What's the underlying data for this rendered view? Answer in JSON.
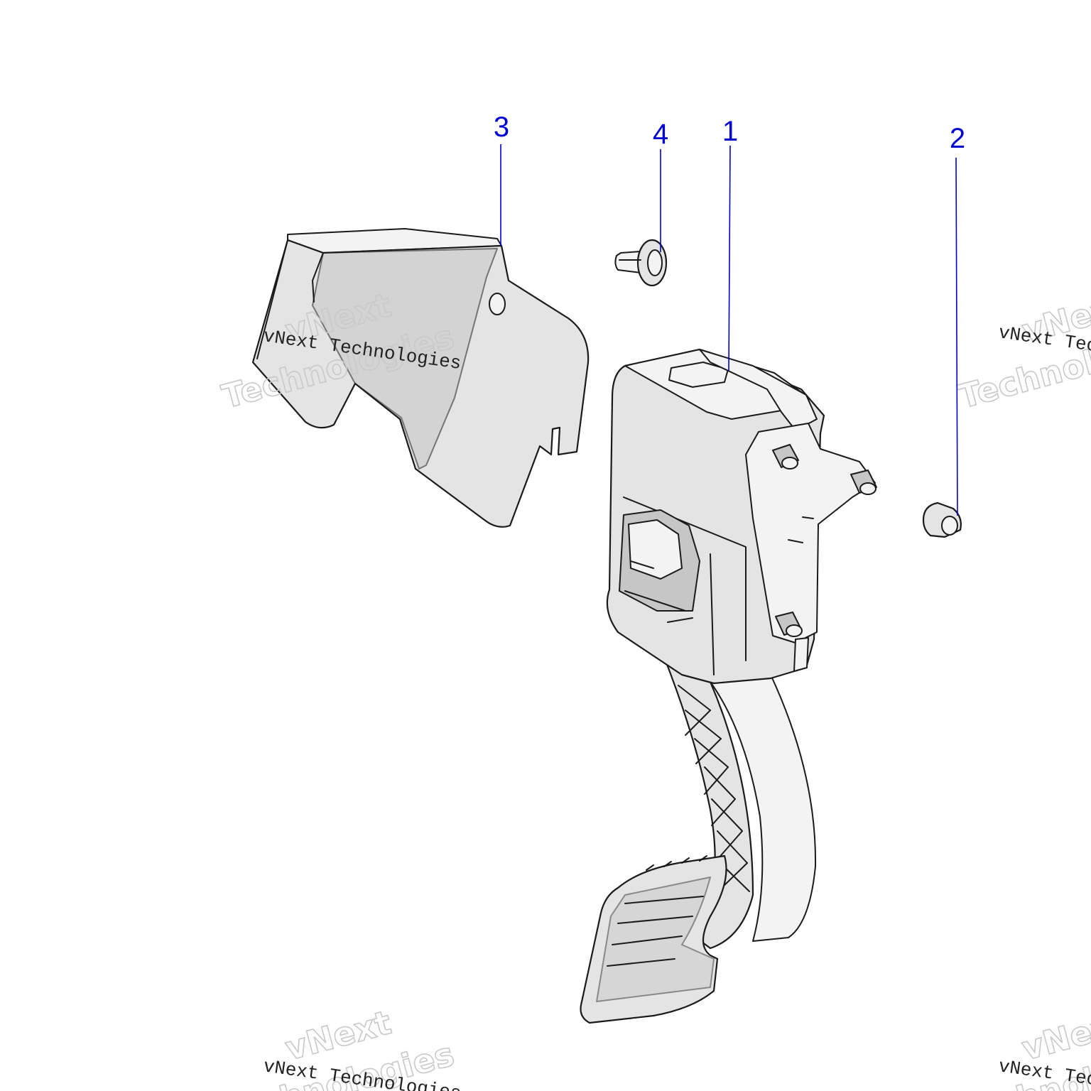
{
  "callout_color": "#0000d0",
  "callouts": [
    {
      "id": "1",
      "label": "1",
      "part": "accelerator-pedal-assembly"
    },
    {
      "id": "2",
      "label": "2",
      "part": "nut"
    },
    {
      "id": "3",
      "label": "3",
      "part": "heat-shield"
    },
    {
      "id": "4",
      "label": "4",
      "part": "push-rivet"
    }
  ],
  "watermark": {
    "line_text": "vNext Technologies",
    "outline_word_1": "vNext",
    "outline_word_2": "Technologies"
  }
}
